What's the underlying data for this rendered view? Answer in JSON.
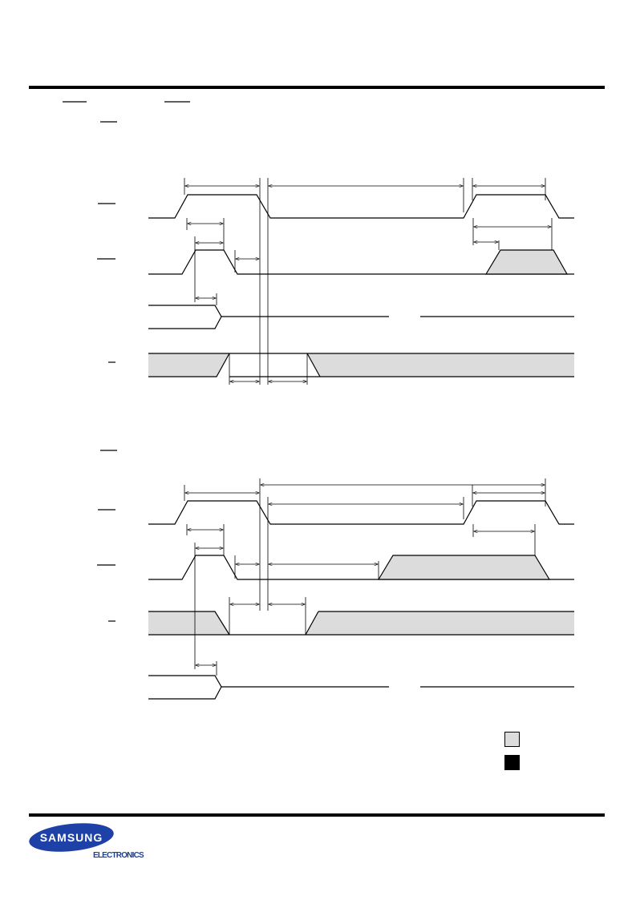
{
  "brand": {
    "logo_text": "SAMSUNG",
    "subtitle": "ELECTRONICS",
    "logo_color": "#1d41a6"
  },
  "colors": {
    "wave_fill": "#dcdcdc",
    "line": "#000000"
  },
  "legend": [
    {
      "name": "grey-swatch",
      "color": "#dcdcdc"
    },
    {
      "name": "black-swatch",
      "color": "#000000"
    }
  ]
}
